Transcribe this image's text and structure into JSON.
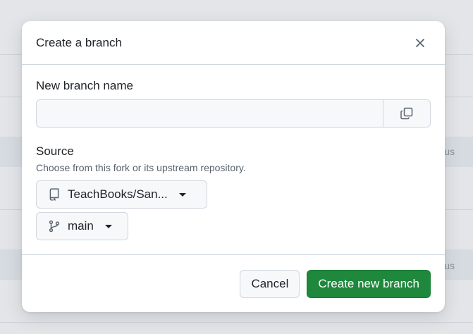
{
  "dialog": {
    "title": "Create a branch",
    "close_label": "Close"
  },
  "branch_name": {
    "label": "New branch name",
    "value": "",
    "placeholder": ""
  },
  "source": {
    "label": "Source",
    "hint": "Choose from this fork or its upstream repository.",
    "repository": "TeachBooks/San...",
    "branch": "main"
  },
  "footer": {
    "cancel_label": "Cancel",
    "create_label": "Create new branch"
  },
  "background": {
    "row_text_1": "us",
    "row_text_2": "us"
  },
  "colors": {
    "primary": "#1f883d",
    "border": "#d0d7de"
  }
}
